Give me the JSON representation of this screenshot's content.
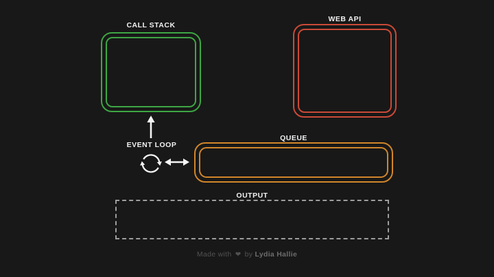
{
  "diagram": {
    "background": "#181818",
    "label_color": "#f1f1f1",
    "boxes": {
      "call_stack": {
        "label": "CALL STACK",
        "border_color": "#3ea644"
      },
      "web_api": {
        "label": "WEB API",
        "border_color": "#cb4a37"
      },
      "queue": {
        "label": "QUEUE",
        "border_color": "#d2862a"
      },
      "output": {
        "label": "OUTPUT",
        "border_color": "#9d9d9d"
      }
    },
    "event_loop": {
      "label": "EVENT LOOP",
      "icon_color": "#f5f5f5",
      "icons": {
        "cycle": "sync-cycle-icon",
        "up": "arrow-up-icon",
        "left_right": "arrow-left-right-icon"
      }
    },
    "footer": {
      "made_with": "Made with",
      "heart": "❤",
      "by": "by",
      "author": "Lydia Hallie",
      "text_color": "#525252",
      "author_color": "#6c6c6c"
    }
  }
}
